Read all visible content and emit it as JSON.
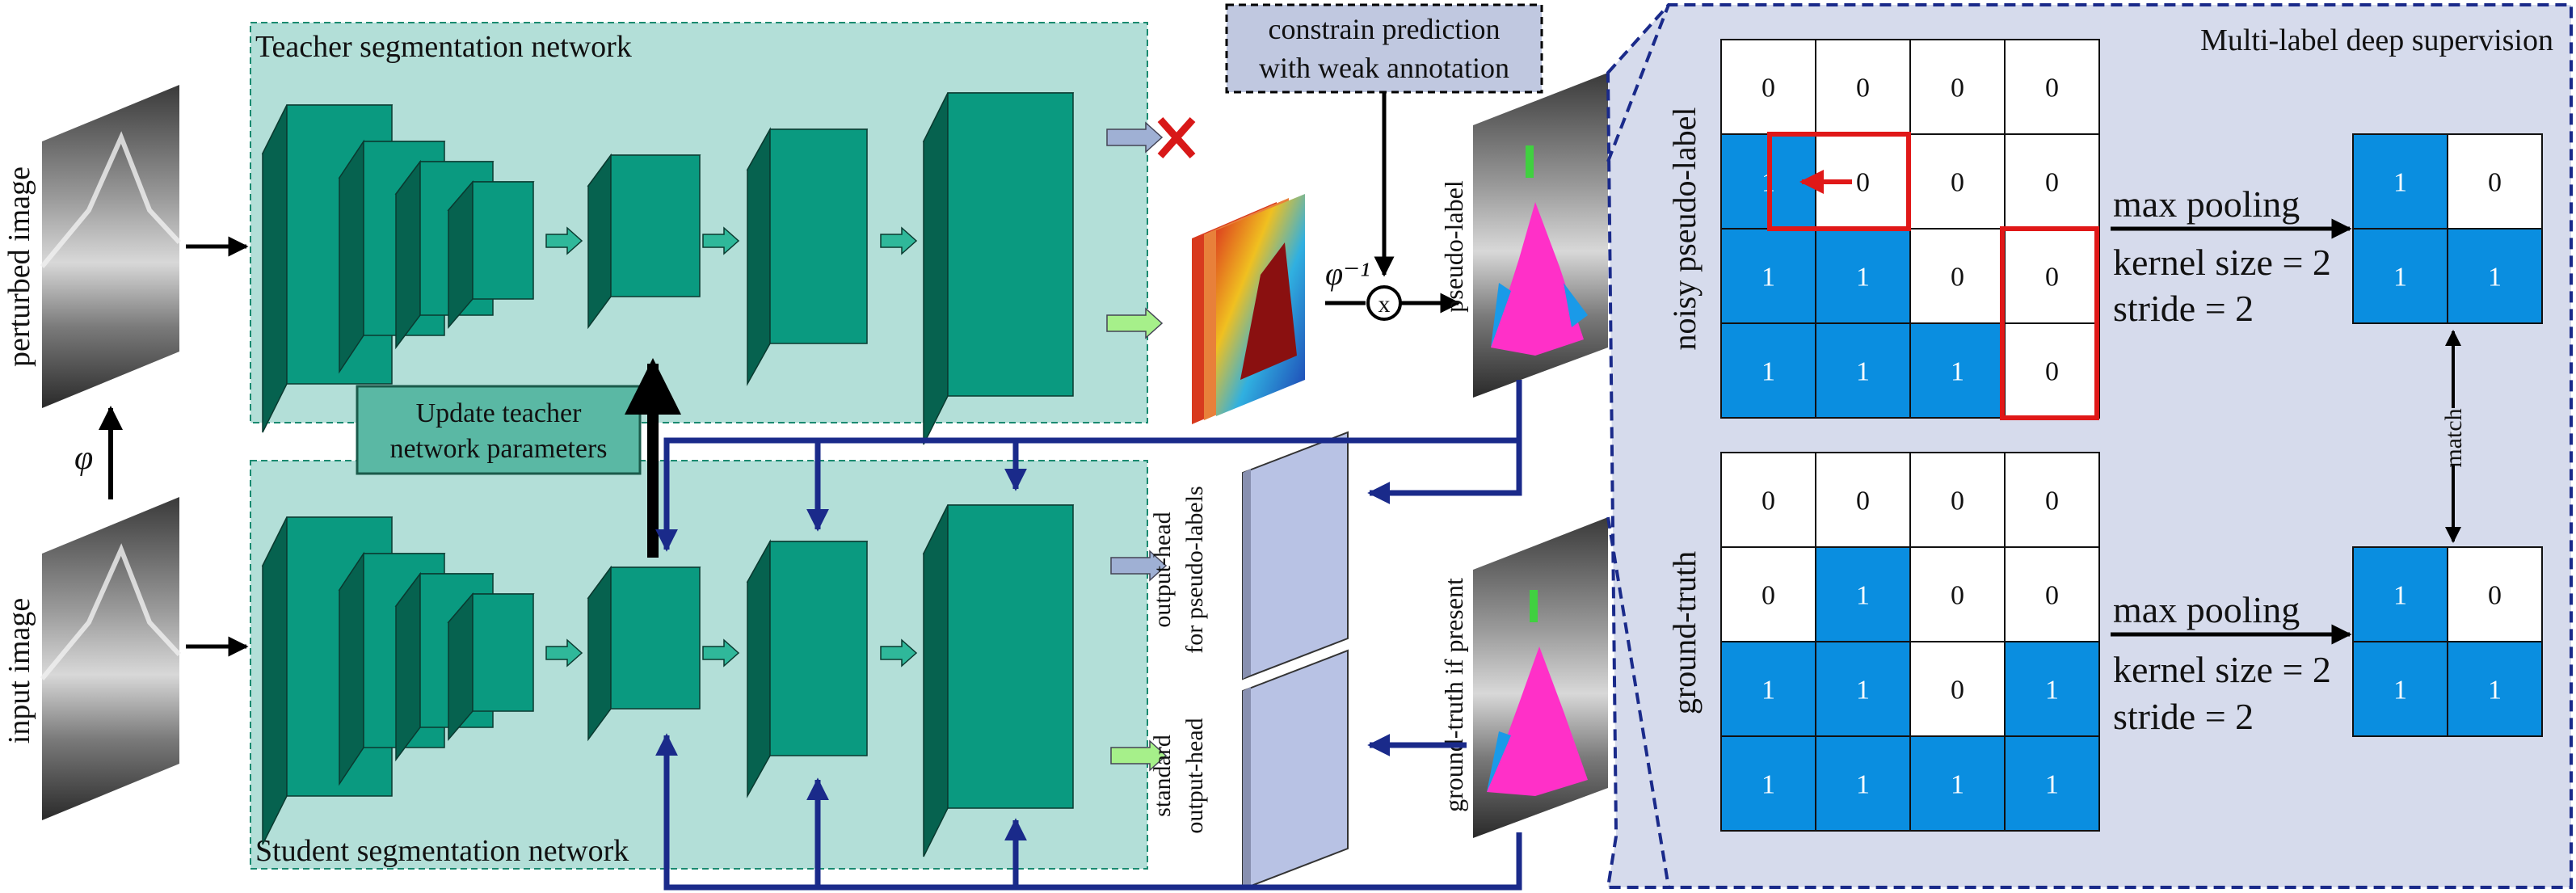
{
  "images": {
    "perturbed_label": "perturbed image",
    "input_label": "input image",
    "transform_symbol": "φ",
    "inverse_transform_symbol": "φ⁻¹",
    "multiply_symbol": "x"
  },
  "teacher": {
    "title": "Teacher segmentation network",
    "update_box_line1": "Update teacher",
    "update_box_line2": "network parameters"
  },
  "student": {
    "title": "Student segmentation network"
  },
  "constraint_box": {
    "line1": "constrain prediction",
    "line2": "with weak annotation"
  },
  "outputs": {
    "pseudo_label": "pseudo-label",
    "ground_truth_if_present": "ground-truth if present",
    "head_pseudo_line1": "output-head",
    "head_pseudo_line2": "for pseudo-labels",
    "head_standard_line1": "standard",
    "head_standard_line2": "output-head"
  },
  "supervision": {
    "title": "Multi-label deep supervision",
    "noisy_label": "noisy  pseudo-label",
    "gt_label": "ground-truth",
    "match_label": "match",
    "pool1": {
      "op": "max pooling",
      "kernel": "kernel size = 2",
      "stride": "stride = 2"
    },
    "pool2": {
      "op": "max pooling",
      "kernel": "kernel size = 2",
      "stride": "stride = 2"
    },
    "noisy_grid": [
      [
        "0",
        "0",
        "0",
        "0"
      ],
      [
        "1",
        "0",
        "0",
        "0"
      ],
      [
        "1",
        "1",
        "0",
        "0"
      ],
      [
        "1",
        "1",
        "1",
        "0"
      ]
    ],
    "gt_grid": [
      [
        "0",
        "0",
        "0",
        "0"
      ],
      [
        "0",
        "1",
        "0",
        "0"
      ],
      [
        "1",
        "1",
        "0",
        "1"
      ],
      [
        "1",
        "1",
        "1",
        "1"
      ]
    ],
    "pooled_noisy": [
      [
        "1",
        "0"
      ],
      [
        "1",
        "1"
      ]
    ],
    "pooled_gt": [
      [
        "1",
        "0"
      ],
      [
        "1",
        "1"
      ]
    ]
  },
  "colors": {
    "network_bg": "#b3dfd8",
    "block_front": "#0a9a80",
    "block_side": "#06624f",
    "block_top": "#0c8a72",
    "cell_blue": "#0a8ee0",
    "highlight_red": "#e01818",
    "arrow_blue": "#1a2a8a",
    "panel_bg": "#d6dbec"
  }
}
